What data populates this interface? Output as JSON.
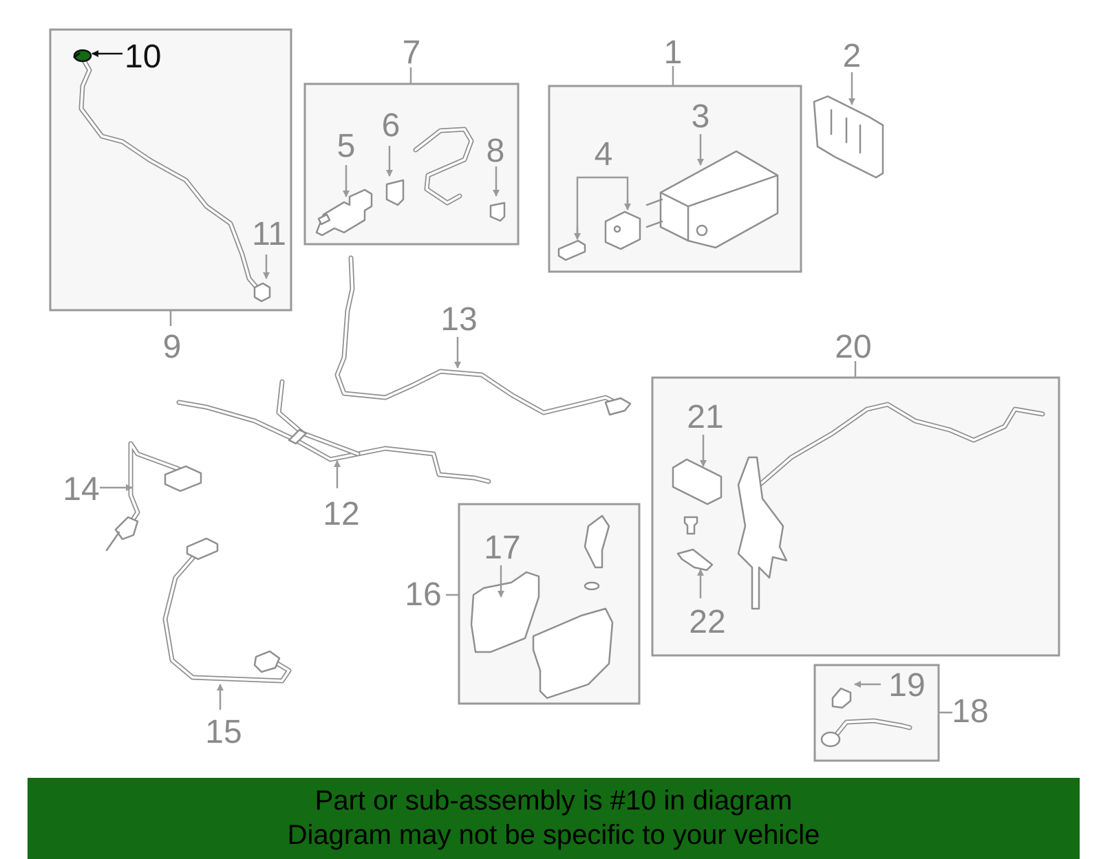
{
  "diagram": {
    "highlight_color": "#136b13",
    "callouts": {
      "c1": "1",
      "c2": "2",
      "c3": "3",
      "c4": "4",
      "c5": "5",
      "c6": "6",
      "c7": "7",
      "c8": "8",
      "c9": "9",
      "c10": "10",
      "c11": "11",
      "c12": "12",
      "c13": "13",
      "c14": "14",
      "c15": "15",
      "c16": "16",
      "c17": "17",
      "c18": "18",
      "c19": "19",
      "c20": "20",
      "c21": "21",
      "c22": "22"
    }
  },
  "banner": {
    "line1": "Part or sub-assembly is #10 in diagram",
    "line2": "Diagram may not be specific to your vehicle",
    "background": "#136b13"
  }
}
